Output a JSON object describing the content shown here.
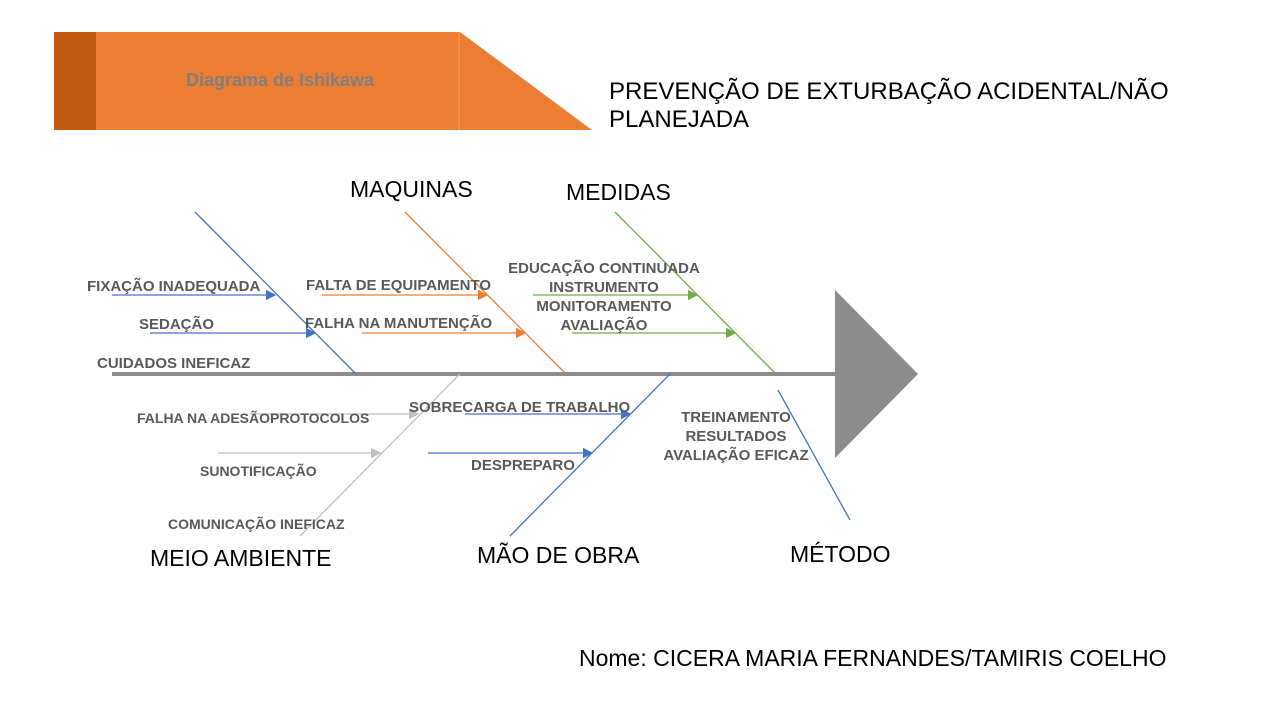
{
  "header": {
    "banner_title": "Diagrama de Ishikawa",
    "title_line1": "PREVENÇÃO DE EXTURBAÇÃO ACIDENTAL/NÃO",
    "title_line2": "PLANEJADA"
  },
  "colors": {
    "banner_orange": "#ed7d31",
    "banner_dark": "#c55a11",
    "spine": "#8c8c8c",
    "head": "#8c8c8c",
    "blue": "#4472c4",
    "orange": "#ed7d31",
    "green": "#70ad47",
    "gray": "#bfbfbf"
  },
  "categories": {
    "maquinas": "MAQUINAS",
    "medidas": "MEDIDAS",
    "meio_ambiente": "MEIO AMBIENTE",
    "mao_de_obra": "MÃO DE OBRA",
    "metodo": "MÉTODO"
  },
  "causes": {
    "fixacao": "FIXAÇÃO INADEQUADA",
    "sedacao": "SEDAÇÃO",
    "cuidados": "CUIDADOS INEFICAZ",
    "falta_equip": "FALTA DE EQUIPAMENTO",
    "falha_manut": "FALHA NA MANUTENÇÃO",
    "medidas_list": [
      "EDUCAÇÃO CONTINUADA",
      "INSTRUMENTO",
      "MONITORAMENTO",
      "AVALIAÇÃO"
    ],
    "falha_adesao": "FALHA NA ADESÃOPROTOCOLOS",
    "sunotificacao": "SUNOTIFICAÇÃO",
    "comunicacao": "COMUNICAÇÃO INEFICAZ",
    "sobrecarga": "SOBRECARGA DE TRABALHO",
    "despreparo": "DESPREPARO",
    "metodo_list": [
      "TREINAMENTO",
      "RESULTADOS",
      "AVALIAÇÃO EFICAZ"
    ]
  },
  "footer": {
    "name": "Nome: CICERA MARIA FERNANDES/TAMIRIS COELHO"
  }
}
